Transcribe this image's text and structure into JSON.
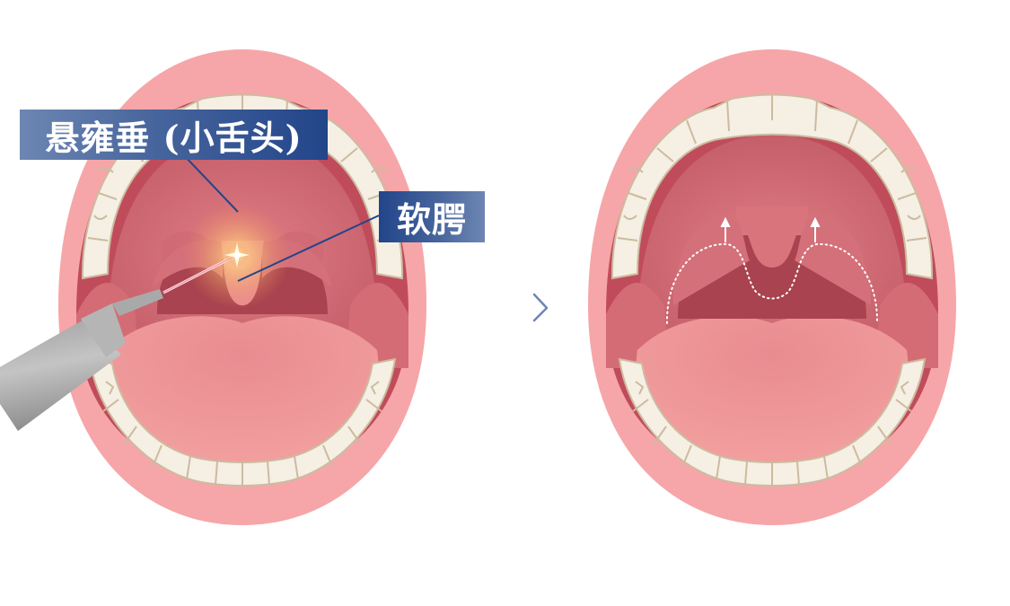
{
  "figure": {
    "description": "Uvulopalatopharyngoplasty illustration: before (left) and after (right)",
    "labels": {
      "uvula": "悬雍垂 (小舌头)",
      "soft_palate": "软腭"
    },
    "panels": [
      {
        "id": "before",
        "content": "open mouth with laser probe targeting the uvula"
      },
      {
        "id": "after",
        "content": "open mouth with shortened uvula; dotted line shows original outline; arrows show lift"
      }
    ],
    "transition_arrow": "right-arrow",
    "colors": {
      "lip": "#f6a6a8",
      "lip_inner": "#e07f86",
      "palate": "#d9737c",
      "palate_dark": "#b4505c",
      "throat": "#a8434f",
      "tongue": "#f09898",
      "tooth": "#f5efe4",
      "tooth_outline": "#cdbb9f",
      "label_bg_dark": "#22458a",
      "label_bg_light": "#6d86b3",
      "leader_line": "#22458a",
      "arrow": "#4c6aa6",
      "probe": "#a8a8a8",
      "laser": "#ffd7dd"
    }
  }
}
